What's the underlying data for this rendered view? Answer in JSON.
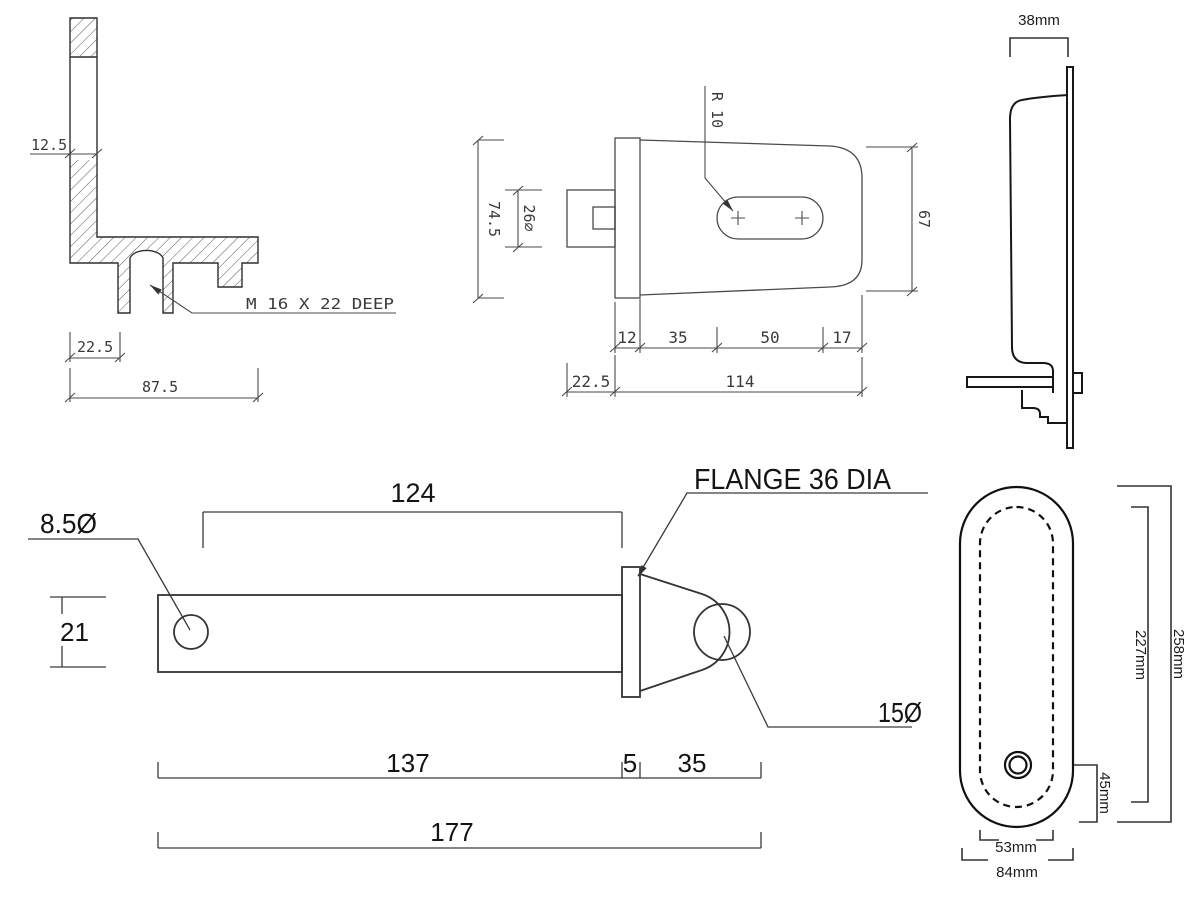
{
  "colors": {
    "background": "#ffffff",
    "outline_dark": "#171717",
    "outline_medium": "#3a3a3a",
    "dim_line": "#4a4a4a",
    "cad_text": "#3a3a3a",
    "big_text": "#141414"
  },
  "section_view": {
    "dim_plate_thickness": "12.5",
    "dim_boss_offset": "22.5",
    "dim_base_width": "87.5",
    "thread_note": "M 16 X 22 DEEP"
  },
  "plan_view": {
    "dim_overall_height": "74.5",
    "dim_stub_height": "26⌀",
    "slot_radius_note": "R 10",
    "dim_body_height": "67",
    "dim_seg_flange": "12",
    "dim_seg_to_slot": "35",
    "dim_seg_slot": "50",
    "dim_seg_end": "17",
    "dim_stub_offset": "22.5",
    "dim_body_length": "114"
  },
  "profile_view": {
    "dim_width": "38mm"
  },
  "arm_view": {
    "dim_hole_dia": "8.5Ø",
    "dim_hole_to_flange": "124",
    "dim_bar_height": "21",
    "flange_note": "FLANGE 36 DIA",
    "dim_eye_hole_dia": "15Ø",
    "dim_bar_length": "137",
    "dim_flange_thickness": "5",
    "dim_eye_length": "35",
    "dim_overall_length": "177"
  },
  "pad_view": {
    "dim_outer_height": "258mm",
    "dim_inner_height": "227mm",
    "dim_hole_offset": "45mm",
    "dim_inner_width": "53mm",
    "dim_outer_width": "84mm"
  }
}
